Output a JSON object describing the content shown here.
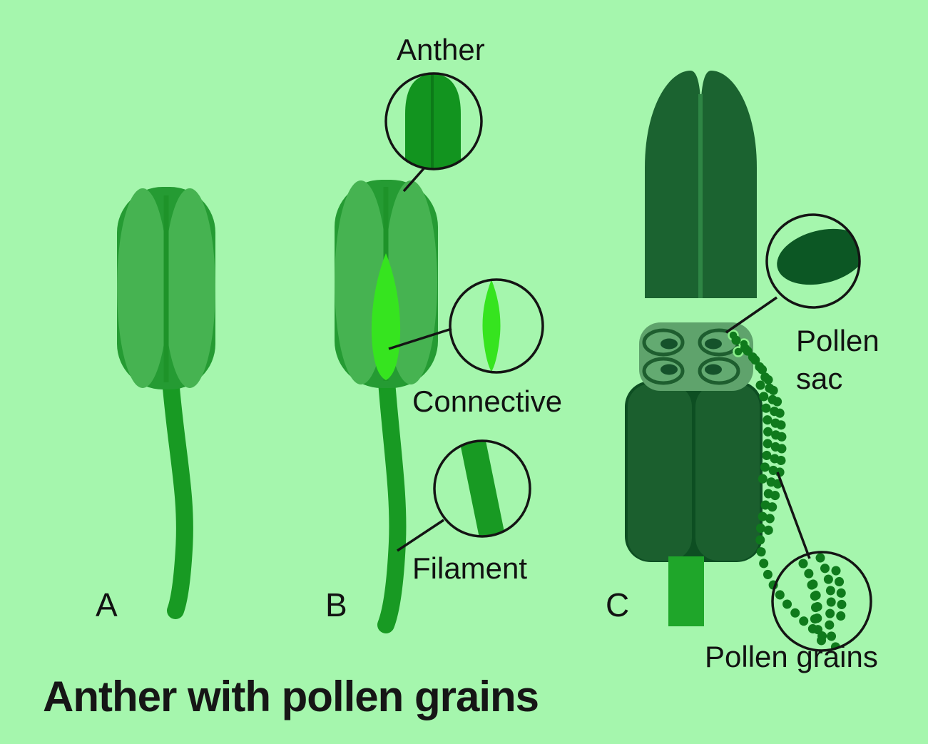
{
  "title": "Anther with pollen grains",
  "figures": {
    "a": "A",
    "b": "B",
    "c": "C"
  },
  "labels": {
    "anther": "Anther",
    "connective": "Connective",
    "filament": "Filament",
    "pollen_sac": "Pollen sac",
    "pollen_grains": "Pollen grains"
  },
  "colors": {
    "background": "#a5f6ad",
    "anther_green": "#46b351",
    "anther_shade": "#259b33",
    "seam_green": "#1e9329",
    "filament_green": "#189a23",
    "connective_green": "#36e41f",
    "dark_green": "#1b6330",
    "dark_green_deep": "#0c5724",
    "cross_section_green": "#5fa36c",
    "sac_ring_green": "#1e5e2f",
    "pollen_dot_green": "#0f7a1c",
    "bright_filament_green": "#1fa62a",
    "callout_black": "#141414"
  }
}
